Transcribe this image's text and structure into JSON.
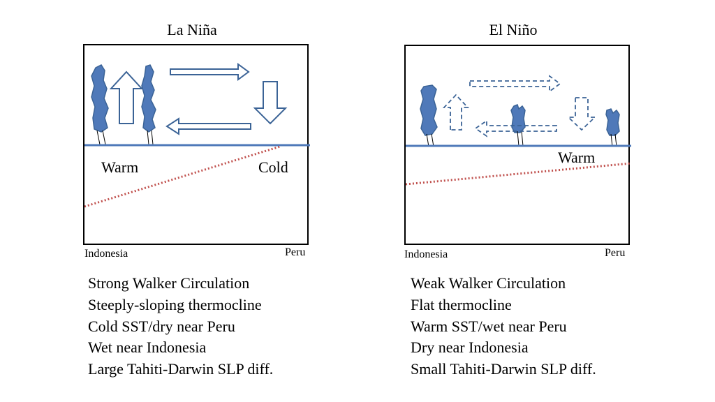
{
  "la_nina": {
    "title": "La Niña",
    "warm_label": "Warm",
    "cold_label": "Cold",
    "left_label": "Indonesia",
    "right_label": "Peru",
    "lines": [
      "Strong Walker Circulation",
      "Steeply-sloping thermocline",
      "Cold SST/dry near Peru",
      "Wet near Indonesia",
      "Large Tahiti-Darwin SLP diff."
    ]
  },
  "el_nino": {
    "title": "El Niño",
    "warm_label": "Warm",
    "left_label": "Indonesia",
    "right_label": "Peru",
    "lines": [
      "Weak Walker Circulation",
      "Flat thermocline",
      "Warm SST/wet near Peru",
      "Dry near Indonesia",
      "Small Tahiti-Darwin SLP diff."
    ]
  },
  "colors": {
    "cloud": "#4f79b9",
    "arrow": "#3b6396",
    "surface": "#4f79b9",
    "thermocline": "#c0504d"
  }
}
